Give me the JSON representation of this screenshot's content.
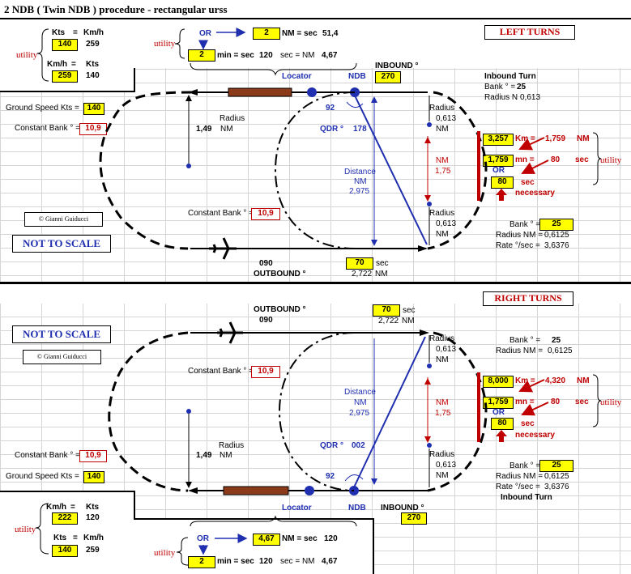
{
  "title": "2 NDB ( Twin NDB ) procedure - rectangular urss",
  "top": {
    "banner": "LEFT TURNS",
    "scale_note": "NOT TO SCALE",
    "copyright": "© Gianni Guiducci",
    "conv": {
      "utility": "utility",
      "r1_labels": [
        "Kts",
        "=",
        "Km/h"
      ],
      "r1_values": [
        "140",
        "259"
      ],
      "r2_labels": [
        "Km/h",
        "=",
        "Kts"
      ],
      "r2_values": [
        "259",
        "140"
      ]
    },
    "timecalc": {
      "utility": "utility",
      "or": "OR",
      "nm_val": "2",
      "nm_label": "NM = sec",
      "nm_result": "51,4",
      "min_val": "2",
      "min_label": "min = sec",
      "min_result": "120",
      "secnm_label": "sec = NM",
      "secnm_result": "4,67"
    },
    "inbound_label": "INBOUND °",
    "inbound_val": "270",
    "locator": "Locator",
    "ndb": "NDB",
    "gs_label": "Ground Speed Kts =",
    "gs_val": "140",
    "cb_label": "Constant Bank ° =",
    "cb_val": "10,9",
    "cb2_label": "Constant Bank ° =",
    "cb2_val": "10,9",
    "radius_label": "Radius",
    "radius_val": "1,49",
    "radius_unit": "NM",
    "angle": "92",
    "qdr_label": "QDR °",
    "qdr_val": "178",
    "distance_label": "Distance",
    "distance_unit": "NM",
    "distance_val": "2,975",
    "r_top_label": "Radius",
    "r_top_val": "0,613",
    "r_top_unit": "NM",
    "nm_label": "NM",
    "nm_val": "1,75",
    "r_bot_label": "Radius",
    "r_bot_val": "0,613",
    "r_bot_unit": "NM",
    "inbound_turn": "Inbound Turn",
    "bank_label": "Bank ° =",
    "bank_val": "25",
    "radius_nm_label": "Radius N",
    "radius_nm_val": "0,613",
    "km_val": "3,257",
    "km_label": "Km =",
    "km_result": "1,759",
    "km_unit": "NM",
    "mn_val": "1,759",
    "mn_label": "mn =",
    "mn_result": "80",
    "mn_unit": "sec",
    "or": "OR",
    "sec_val": "80",
    "sec_label": "sec",
    "necessary": "necessary",
    "utility": "utility",
    "bank2_label": "Bank ° =",
    "bank2_val": "25",
    "radius2_label": "Radius NM =",
    "radius2_val": "0,6125",
    "rate_label": "Rate °/sec =",
    "rate_val": "3,6376",
    "hdg": "090",
    "outbound": "OUTBOUND °",
    "ob_sec_val": "70",
    "ob_sec": "sec",
    "ob_nm": "2,722",
    "ob_nm_unit": "NM"
  },
  "bottom": {
    "banner": "RIGHT TURNS",
    "scale_note": "NOT TO SCALE",
    "copyright": "© Gianni Guiducci",
    "outbound": "OUTBOUND °",
    "hdg": "090",
    "ob_sec_val": "70",
    "ob_sec": "sec",
    "ob_nm": "2,722",
    "ob_nm_unit": "NM",
    "bank_label": "Bank ° =",
    "bank_val": "25",
    "radius_nm_label": "Radius NM =",
    "radius_nm_val": "0,6125",
    "cb_label": "Constant Bank ° =",
    "cb_val": "10,9",
    "cb2_label": "Constant Bank ° =",
    "cb2_val": "10,9",
    "gs_label": "Ground Speed Kts =",
    "gs_val": "140",
    "r_top_label": "Radius",
    "r_top_val": "0,613",
    "r_top_unit": "NM",
    "distance_label": "Distance",
    "distance_unit": "NM",
    "distance_val": "2,975",
    "nm_label": "NM",
    "nm_val": "1,75",
    "radius_label": "Radius",
    "radius_val": "1,49",
    "radius_unit": "NM",
    "qdr_label": "QDR °",
    "qdr_val": "002",
    "angle": "92",
    "r_bot_label": "Radius",
    "r_bot_val": "0,613",
    "r_bot_unit": "NM",
    "km_val": "8,000",
    "km_label": "Km =",
    "km_result": "4,320",
    "km_unit": "NM",
    "mn_val": "1,759",
    "mn_label": "mn =",
    "mn_result": "80",
    "mn_unit": "sec",
    "or": "OR",
    "sec_val": "80",
    "sec_label": "sec",
    "necessary": "necessary",
    "utility": "utility",
    "bank2_label": "Bank ° =",
    "bank2_val": "25",
    "radius2_label": "Radius NM =",
    "radius2_val": "0,6125",
    "rate_label": "Rate °/sec =",
    "rate_val": "3,6376",
    "inbound_turn": "Inbound Turn",
    "locator": "Locator",
    "ndb": "NDB",
    "inbound_label": "INBOUND °",
    "inbound_val": "270",
    "conv": {
      "utility": "utility",
      "r1_labels": [
        "Km/h",
        "=",
        "Kts"
      ],
      "r1_values": [
        "222",
        "120"
      ],
      "r2_labels": [
        "Kts",
        "=",
        "Km/h"
      ],
      "r2_values": [
        "140",
        "259"
      ]
    },
    "timecalc": {
      "utility": "utility",
      "or": "OR",
      "nm_val": "4,67",
      "nm_label": "NM = sec",
      "nm_result": "120",
      "min_val": "2",
      "min_label": "min = sec",
      "min_result": "120",
      "secnm_label": "sec = NM",
      "secnm_result": "4,67"
    }
  },
  "colors": {
    "yellow": "#ffff00",
    "red": "#c00000",
    "blue": "#1f2fb0",
    "brown": "#8b3a1a"
  }
}
